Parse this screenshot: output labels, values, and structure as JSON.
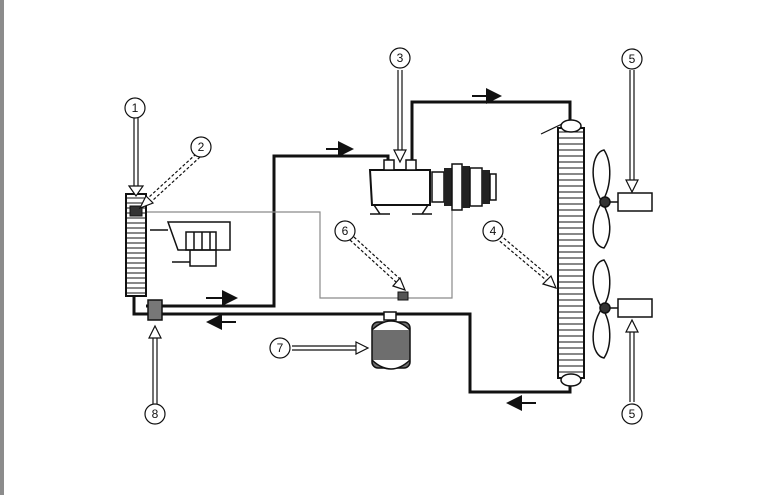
{
  "diagram": {
    "callouts": [
      {
        "id": "c1",
        "label": "1"
      },
      {
        "id": "c2",
        "label": "2"
      },
      {
        "id": "c3",
        "label": "3"
      },
      {
        "id": "c4",
        "label": "4"
      },
      {
        "id": "c5a",
        "label": "5"
      },
      {
        "id": "c5b",
        "label": "5"
      },
      {
        "id": "c6",
        "label": "6"
      },
      {
        "id": "c7",
        "label": "7"
      },
      {
        "id": "c8",
        "label": "8"
      }
    ],
    "colors": {
      "line": "#111111",
      "tank": "#6e6e6e",
      "thin_line": "#8a8a8a",
      "frame": "#8c8c8c"
    }
  }
}
